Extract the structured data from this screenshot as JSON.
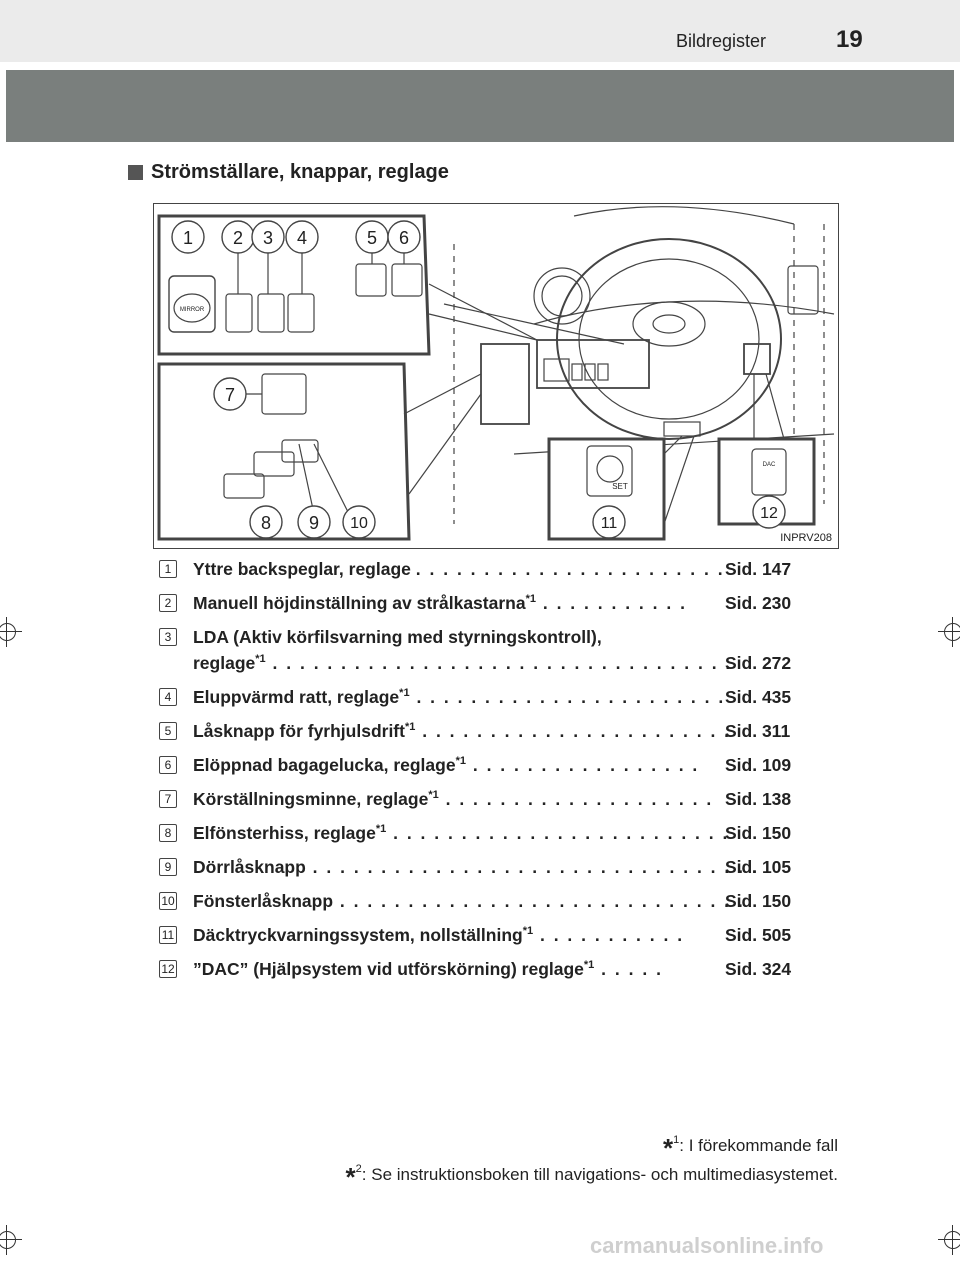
{
  "header": {
    "title": "Bildregister",
    "page_number": "19"
  },
  "section": {
    "title": "Strömställare, knappar, reglage"
  },
  "figure": {
    "code": "INPRV208",
    "callouts": [
      "1",
      "2",
      "3",
      "4",
      "5",
      "6",
      "7",
      "8",
      "9",
      "10",
      "11",
      "12"
    ],
    "label_mirror": "MIRROR",
    "label_set": "SET",
    "label_dac": "DAC"
  },
  "items": [
    {
      "num": "1",
      "label": "Yttre backspeglar, reglage",
      "sup": "",
      "page": "Sid. 147"
    },
    {
      "num": "2",
      "label": "Manuell höjdinställning av strålkastarna",
      "sup": "*1",
      "page": "Sid. 230"
    },
    {
      "num": "3",
      "label": "LDA (Aktiv körfilsvarning med styrningskontroll),",
      "label2": "reglage",
      "sup": "*1",
      "page": "Sid. 272"
    },
    {
      "num": "4",
      "label": "Eluppvärmd ratt, reglage",
      "sup": "*1",
      "page": "Sid. 435"
    },
    {
      "num": "5",
      "label": "Låsknapp för fyrhjulsdrift",
      "sup": "*1",
      "page": "Sid. 311"
    },
    {
      "num": "6",
      "label": "Elöppnad bagagelucka, reglage",
      "sup": "*1",
      "page": "Sid. 109"
    },
    {
      "num": "7",
      "label": "Körställningsminne, reglage",
      "sup": "*1",
      "page": "Sid. 138"
    },
    {
      "num": "8",
      "label": "Elfönsterhiss, reglage",
      "sup": "*1",
      "page": "Sid. 150"
    },
    {
      "num": "9",
      "label": "Dörrlåsknapp",
      "sup": "",
      "page": "Sid. 105"
    },
    {
      "num": "10",
      "label": "Fönsterlåsknapp",
      "sup": "",
      "page": "Sid. 150"
    },
    {
      "num": "11",
      "label": "Däcktryckvarningssystem, nollställning",
      "sup": "*1",
      "page": "Sid. 505"
    },
    {
      "num": "12",
      "label": "”DAC” (Hjälpsystem vid utförskörning) reglage",
      "sup": "*1",
      "page": "Sid. 324"
    }
  ],
  "footnotes": [
    {
      "mark": "*",
      "num": "1",
      "text": ": I förekommande fall"
    },
    {
      "mark": "*",
      "num": "2",
      "text": ": Se instruktionsboken till navigations- och multimediasystemet."
    }
  ],
  "watermark": "carmanualsonline.info"
}
